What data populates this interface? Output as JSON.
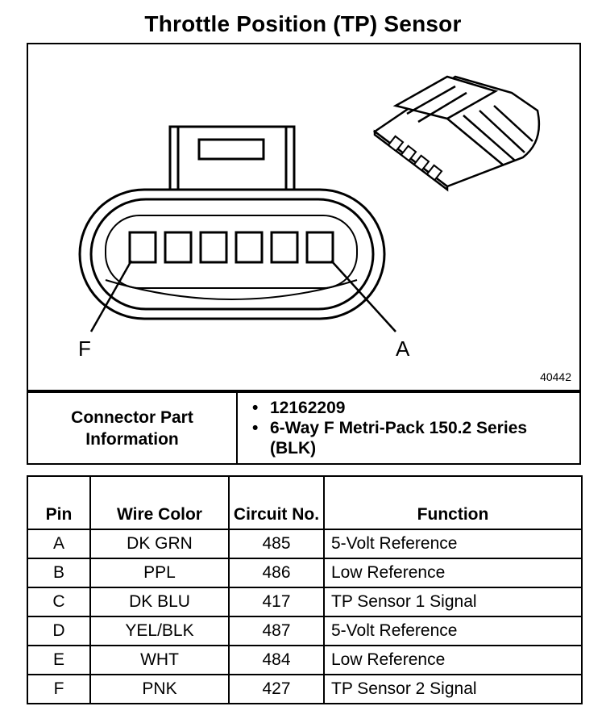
{
  "title": "Throttle Position (TP) Sensor",
  "figure": {
    "number": "40442",
    "pin_label_left": "F",
    "pin_label_right": "A"
  },
  "connector": {
    "label": "Connector Part Information",
    "parts": [
      "12162209",
      "6-Way F Metri-Pack 150.2 Series (BLK)"
    ]
  },
  "table": {
    "headers": [
      "Pin",
      "Wire Color",
      "Circuit No.",
      "Function"
    ],
    "rows": [
      {
        "pin": "A",
        "wire": "DK GRN",
        "circuit": "485",
        "function": "5-Volt Reference"
      },
      {
        "pin": "B",
        "wire": "PPL",
        "circuit": "486",
        "function": "Low Reference"
      },
      {
        "pin": "C",
        "wire": "DK BLU",
        "circuit": "417",
        "function": "TP Sensor 1 Signal"
      },
      {
        "pin": "D",
        "wire": "YEL/BLK",
        "circuit": "487",
        "function": "5-Volt Reference"
      },
      {
        "pin": "E",
        "wire": "WHT",
        "circuit": "484",
        "function": "Low Reference"
      },
      {
        "pin": "F",
        "wire": "PNK",
        "circuit": "427",
        "function": "TP Sensor 2 Signal"
      }
    ]
  }
}
